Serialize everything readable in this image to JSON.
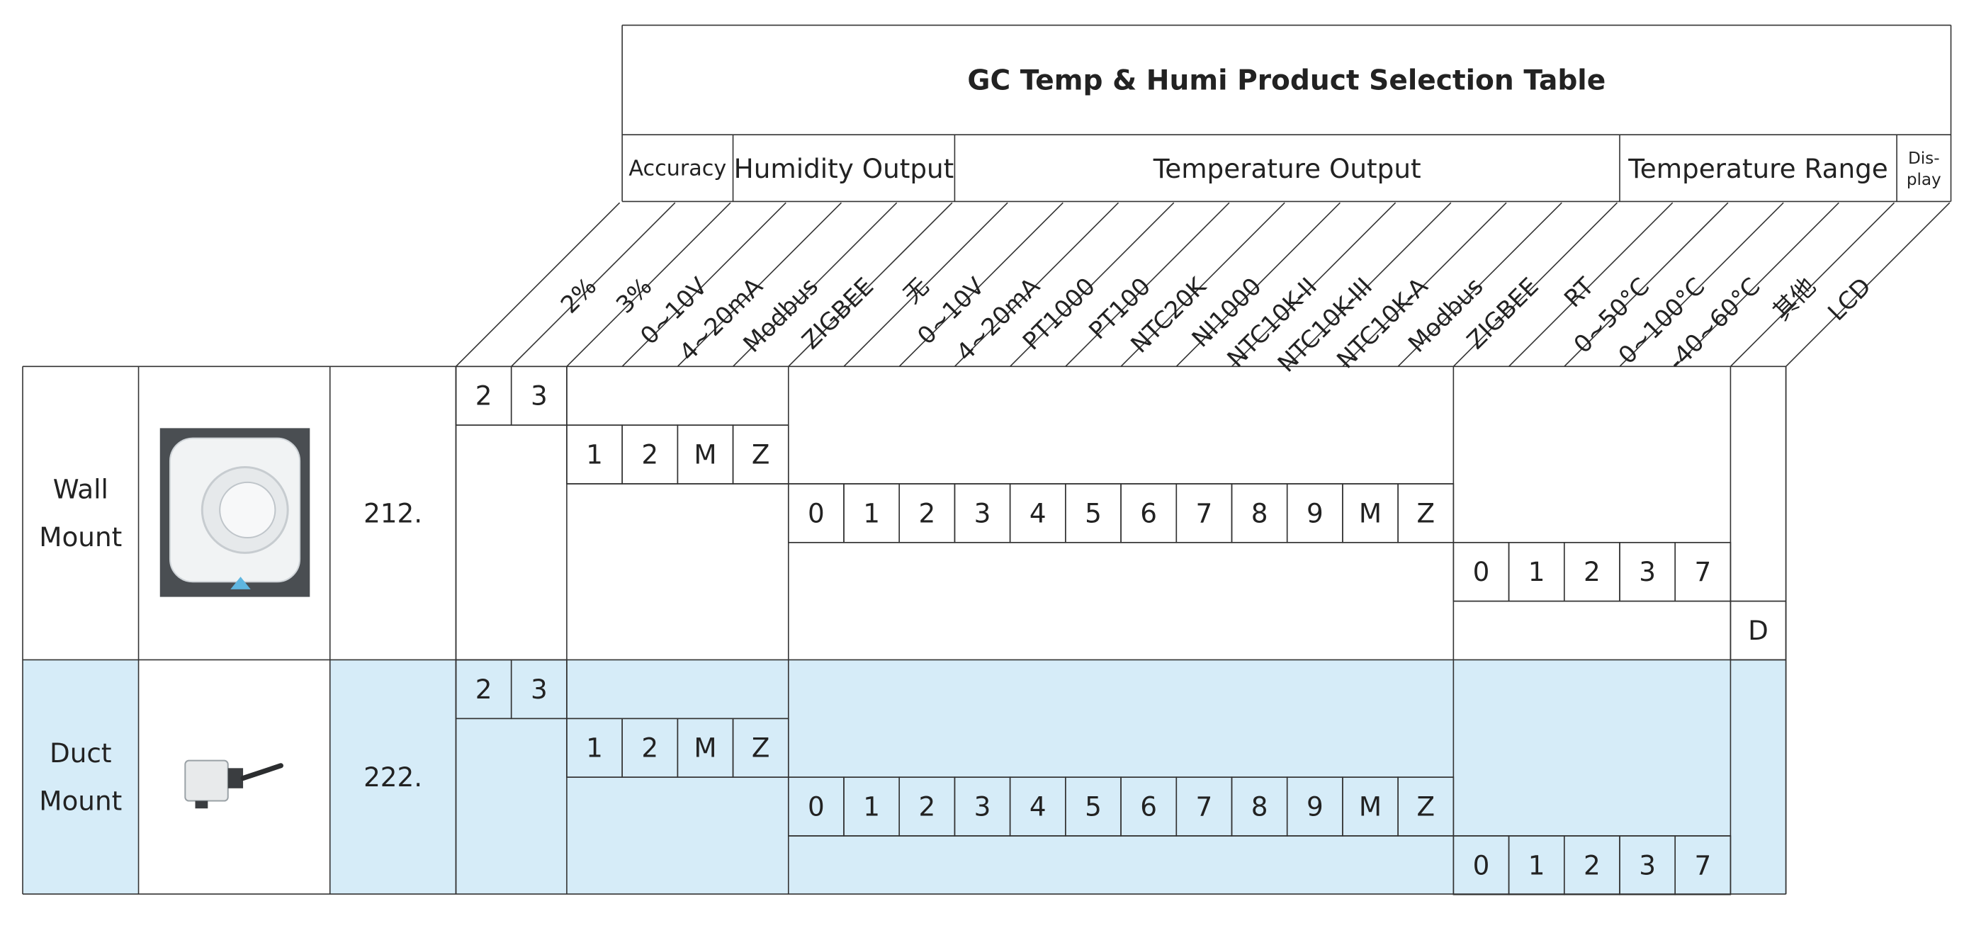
{
  "header": {
    "title": "GC Temp & Humi Product Selection Table",
    "groups": [
      {
        "key": "accuracy",
        "label": "Accuracy"
      },
      {
        "key": "humidity_output",
        "label": "Humidity Output"
      },
      {
        "key": "temperature_output",
        "label": "Temperature Output"
      },
      {
        "key": "temperature_range",
        "label": "Temperature Range"
      },
      {
        "key": "display",
        "label": "Dis-\nplay"
      }
    ]
  },
  "columns": [
    "2%",
    "3%",
    "0~10V",
    "4~20mA",
    "Modbus",
    "ZIGBEE",
    "无",
    "0~10V",
    "4~20mA",
    "PT1000",
    "PT100",
    "NTC20K",
    "NI1000",
    "NTC10K-II",
    "NTC10K-III",
    "NTC10K-A",
    "Modbus",
    "ZIGBEE",
    "RT",
    "0~50°C",
    "0~100°C",
    "-40~60°C",
    "其他",
    "LCD"
  ],
  "rows": [
    {
      "name": "Wall\nMount",
      "code": "212.",
      "image": "wall-mount-sensor",
      "accuracy_codes": [
        "2",
        "3"
      ],
      "humidity_codes": [
        "1",
        "2",
        "M",
        "Z"
      ],
      "temperature_codes": [
        "0",
        "1",
        "2",
        "3",
        "4",
        "5",
        "6",
        "7",
        "8",
        "9",
        "M",
        "Z"
      ],
      "range_codes": [
        "0",
        "1",
        "2",
        "3",
        "7"
      ],
      "display_codes": [
        "D"
      ]
    },
    {
      "name": "Duct\nMount",
      "code": "222.",
      "image": "duct-mount-sensor",
      "accuracy_codes": [
        "2",
        "3"
      ],
      "humidity_codes": [
        "1",
        "2",
        "M",
        "Z"
      ],
      "temperature_codes": [
        "0",
        "1",
        "2",
        "3",
        "4",
        "5",
        "6",
        "7",
        "8",
        "9",
        "M",
        "Z"
      ],
      "range_codes": [
        "0",
        "1",
        "2",
        "3",
        "7"
      ],
      "display_codes": []
    }
  ],
  "colors": {
    "row_highlight": "#d6ecf8",
    "grid_line": "#333333",
    "background": "#ffffff"
  }
}
